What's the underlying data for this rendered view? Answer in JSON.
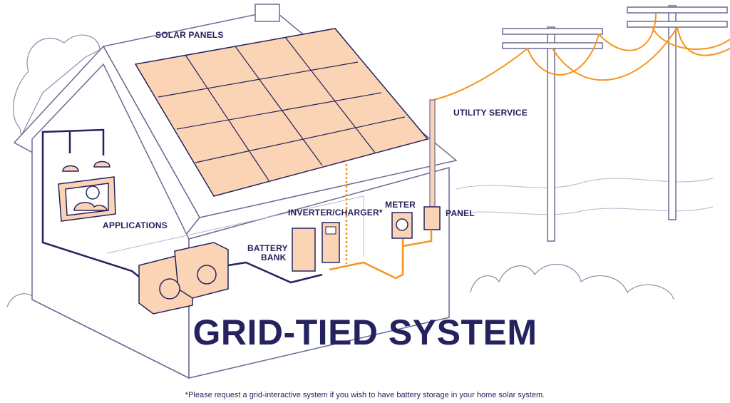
{
  "labels": {
    "solar_panels": "SOLAR PANELS",
    "utility_service": "UTILITY SERVICE",
    "meter": "METER",
    "panel": "PANEL",
    "inverter_charger": "INVERTER/CHARGER*",
    "battery_bank_line1": "BATTERY",
    "battery_bank_line2": "BANK",
    "applications": "APPLICATIONS"
  },
  "title": "GRID-TIED SYSTEM",
  "footnote": "*Please request a grid-interactive system if you wish to have battery storage in your home solar system.",
  "colors": {
    "navy": "#25235e",
    "orange": "#f7941d",
    "panel_fill": "#fbd3b5",
    "outline": "#6b6a94"
  }
}
